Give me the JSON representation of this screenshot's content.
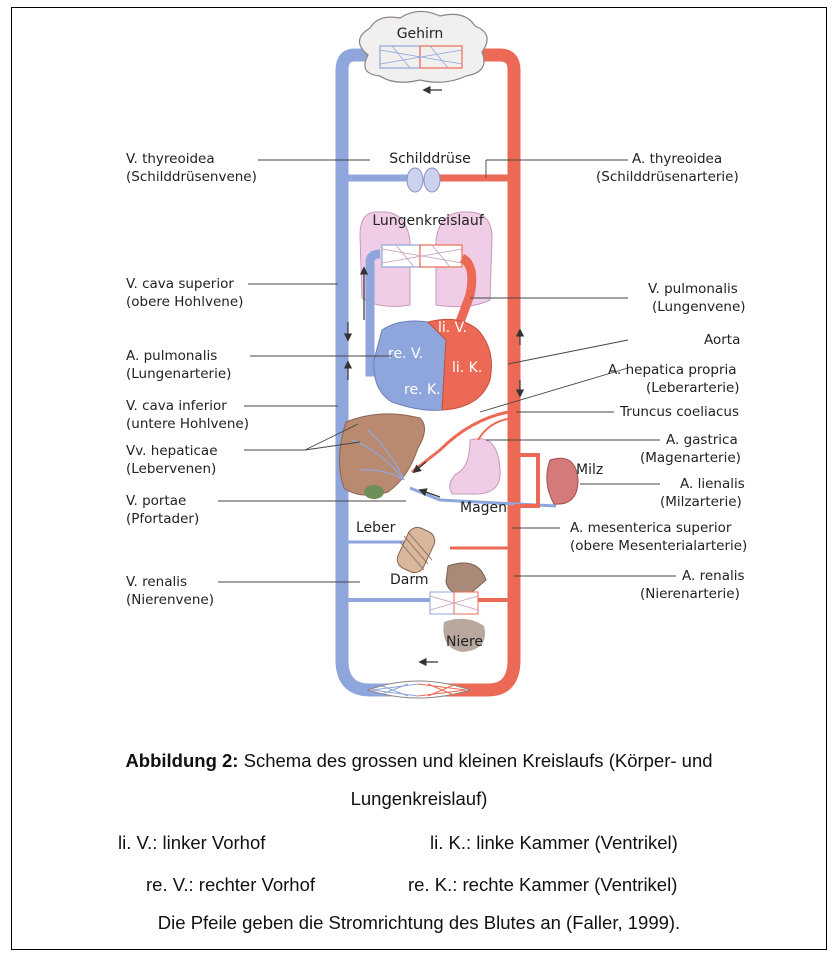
{
  "organs": {
    "brain": "Gehirn",
    "thyroid": "Schilddrüse",
    "lung_circulation": "Lungenkreislauf",
    "liver": "Leber",
    "stomach": "Magen",
    "spleen": "Milz",
    "intestine": "Darm",
    "kidney": "Niere"
  },
  "heart": {
    "left_atrium": "li. V.",
    "left_ventricle": "li. K.",
    "right_atrium": "re. V.",
    "right_ventricle": "re. K."
  },
  "left_labels": [
    {
      "line1": "V. thyreoidea",
      "line2": "(Schilddrüsenvene)"
    },
    {
      "line1": "V. cava superior",
      "line2": "(obere Hohlvene)"
    },
    {
      "line1": "A. pulmonalis",
      "line2": "(Lungenarterie)"
    },
    {
      "line1": "V. cava inferior",
      "line2": "(untere Hohlvene)"
    },
    {
      "line1": "Vv. hepaticae",
      "line2": "(Lebervenen)"
    },
    {
      "line1": "V. portae",
      "line2": "(Pfortader)"
    },
    {
      "line1": "V. renalis",
      "line2": "(Nierenvene)"
    }
  ],
  "right_labels": [
    {
      "line1": "A. thyreoidea",
      "line2": "(Schilddrüsenarterie)"
    },
    {
      "line1": "V. pulmonalis",
      "line2": "(Lungenvene)"
    },
    {
      "line1": "Aorta",
      "line2": ""
    },
    {
      "line1": "A. hepatica propria",
      "line2": "(Leberarterie)"
    },
    {
      "line1": "Truncus coeliacus",
      "line2": ""
    },
    {
      "line1": "A. gastrica",
      "line2": "(Magenarterie)"
    },
    {
      "line1": "A. lienalis",
      "line2": "(Milzarterie)"
    },
    {
      "line1": "A. mesenterica superior",
      "line2": "(obere Mesenterialarterie)"
    },
    {
      "line1": "A. renalis",
      "line2": "(Nierenarterie)"
    }
  ],
  "caption": {
    "figure_label": "Abbildung 2:",
    "title_part1": " Schema des grossen und kleinen Kreislaufs (Körper- und",
    "title_part2": "Lungenkreislauf)",
    "legend_li_v": "li. V.: linker Vorhof",
    "legend_li_k": "li. K.: linke Kammer (Ventrikel)",
    "legend_re_v": "re. V.: rechter Vorhof",
    "legend_re_k": "re. K.: rechte Kammer (Ventrikel)",
    "note": "Die Pfeile geben die Stromrichtung des Blutes an (Faller, 1999)."
  },
  "colors": {
    "venous": "#8fa6dc",
    "arterial": "#ec6a55",
    "lung_pink": "#f0cde6",
    "liver_brown": "#b98a70",
    "kidney_brown": "#a98a78"
  }
}
